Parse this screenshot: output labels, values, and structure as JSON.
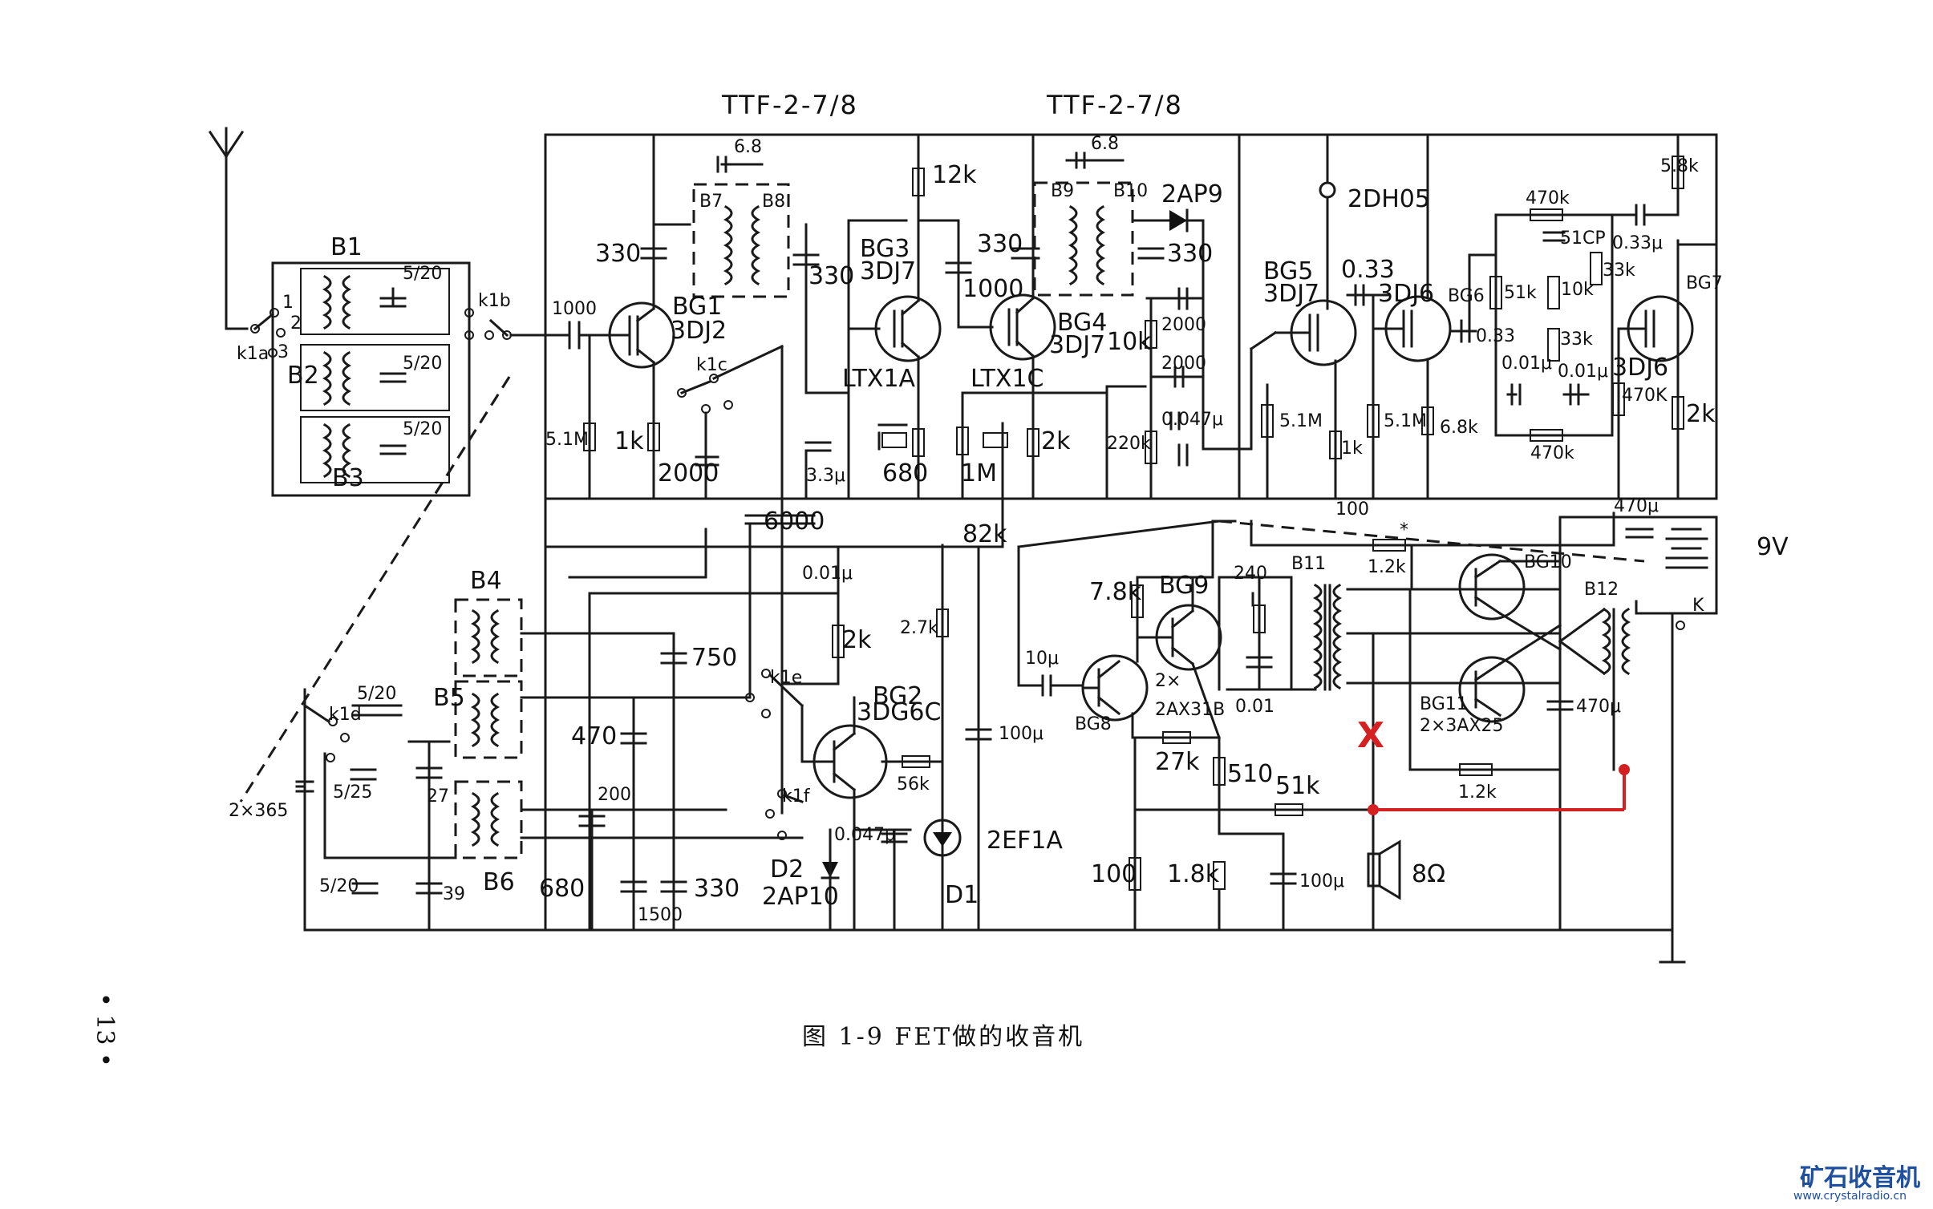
{
  "caption": "图 1-9  FET做的收音机",
  "page_number": "• 13 •",
  "watermark": {
    "title": "矿石收音机",
    "url": "www.crystalradio.cn"
  },
  "annotation_mark": "X",
  "headers": {
    "if1": "TTF-2-7/8",
    "if2": "TTF-2-7/8"
  },
  "supply": "9V",
  "labels": {
    "B1": "B1",
    "B2": "B2",
    "B3": "B3",
    "B4": "B4",
    "B5": "B5",
    "B6": "B6",
    "B7": "B7",
    "B8": "B8",
    "B9": "B9",
    "B10": "B10",
    "B11": "B11",
    "B12": "B12",
    "k1a": "k1a",
    "k1b": "k1b",
    "k1c": "k1c",
    "k1d": "k1d",
    "k1e": "k1e",
    "k1f": "k1f",
    "K": "K",
    "BG1": "BG1",
    "BG1t": "3DJ2",
    "BG2": "BG2",
    "BG2t": "3DG6C",
    "BG3": "BG3",
    "BG3t": "3DJ7",
    "BG4": "BG4",
    "BG4t": "3DJ7",
    "BG5": "BG5",
    "BG5t": "3DJ7",
    "BG6": "BG6",
    "BG6t": "3DJ6",
    "BG7": "BG7",
    "BG7t": "3DJ6",
    "BG8": "BG8",
    "BG9": "BG9",
    "BG89t": "2×",
    "BG89t2": "2AX31B",
    "BG10": "BG10",
    "BG11": "BG11",
    "BG1011t": "2×3AX25",
    "D1": "D1",
    "D1t": "2EF1A",
    "D2": "D2",
    "D2t": "2AP10",
    "d_2ap9": "2AP9",
    "lamp": "2DH05",
    "ltx1a": "LTX1A",
    "ltx1c": "LTX1C",
    "gang": "2×365",
    "spk": "8Ω",
    "c1000a": "1000",
    "c330a": "330",
    "r51m_a": "5.1M",
    "r1k_a": "1k",
    "c2000a": "2000",
    "c68a": "6.8",
    "c330b": "330",
    "c33u": "3.3μ",
    "c680a": "680",
    "r12k": "12k",
    "c1000b": "1000",
    "r1M": "1M",
    "c330c": "330",
    "c68b": "6.8",
    "c330d": "330",
    "r10k": "10k",
    "c2000b": "2000",
    "c2000c": "2000",
    "c0047a": "0.047μ",
    "r2k_a": "2k",
    "r220k": "220k",
    "r82k": "82k",
    "c6000": "6000",
    "r100a": "100",
    "c033a": "0.33",
    "r51m_b": "5.1M",
    "r1k_b": "1k",
    "r51m_c": "5.1M",
    "r68k": "6.8k",
    "c033b": "0.33",
    "r470k_a": "470k",
    "c51p": "51CP",
    "r51k": "51k",
    "r10k_b": "10k",
    "r33k_a": "33k",
    "r33k_b": "33k",
    "c001a": "0.01μ",
    "c001b": "0.01μ",
    "r470k_b": "470k",
    "r470k_c": "470K",
    "r58k": "5.8k",
    "c033u": "0.33μ",
    "r2k_b": "2k",
    "c470u_a": "470μ",
    "c470u_b": "470μ",
    "r12k_a": "1.2k",
    "r12k_b": "1.2k",
    "star": "*",
    "r78k": "7.8k",
    "c10u": "10μ",
    "r27k": "27k",
    "r510": "510",
    "r51k_b": "51k",
    "r100b": "100",
    "r18k": "1.8k",
    "c100u_a": "100μ",
    "c240": "240",
    "c001c": "0.01",
    "c001u": "0.01μ",
    "r2k_c": "2k",
    "r27k_b": "2.7k",
    "c100u_b": "100μ",
    "r56k": "56k",
    "c750": "750",
    "c470": "470",
    "c200": "200",
    "c680b": "680",
    "c1500": "1500",
    "c330e": "330",
    "c0047b": "0.047μ",
    "c27": "27",
    "c39": "39",
    "t520a": "5/20",
    "t520b": "5/20",
    "t520c": "5/20",
    "t520d": "5/20",
    "t520e": "5/20",
    "t525": "5/25",
    "n1": "1",
    "n2": "2",
    "n3": "3"
  }
}
